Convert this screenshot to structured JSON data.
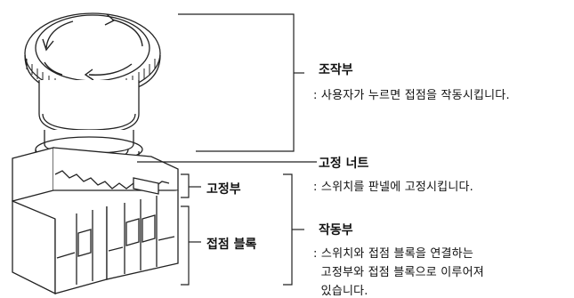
{
  "operation_part": {
    "title": "조작부",
    "desc": ": 사용자가 누르면 접점을 작동시킵니다."
  },
  "fixing_nut": {
    "title": "고정 너트",
    "desc": ": 스위치를 판넬에 고정시킵니다."
  },
  "fixing_part": {
    "title": "고정부"
  },
  "contact_block": {
    "title": "접점 블록"
  },
  "actuator_part": {
    "title": "작동부",
    "desc_lines": [
      ": 스위치와 접점 블록을 연결하는",
      "  고정부와 접점 블록으로 이루어져",
      "  있습니다."
    ]
  }
}
